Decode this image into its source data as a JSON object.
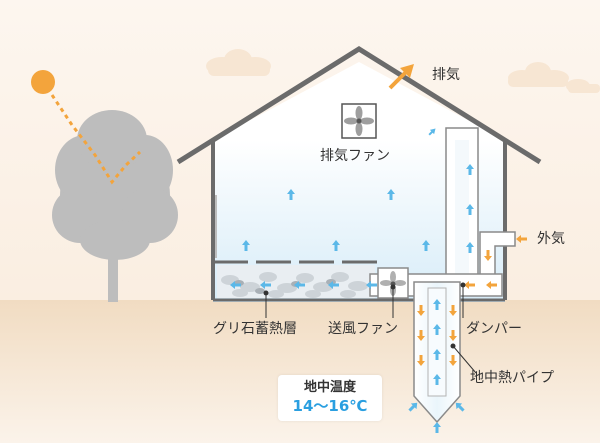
{
  "labels": {
    "exhaust": "排気",
    "exhaust_fan": "排気ファン",
    "outside_air": "外気",
    "gravel_storage": "グリ石蓄熱層",
    "blower_fan": "送風ファン",
    "damper": "ダンパー",
    "geothermal_pipe": "地中熱パイプ"
  },
  "ground_temperature": {
    "title": "地中温度",
    "value": "14〜16℃"
  },
  "colors": {
    "cool_air": "#5bb8e8",
    "warm_air": "#f3a43c",
    "sun": "#f3a43c",
    "tree": "#bdbdbd",
    "ground": "#f0dcc3",
    "sky": "#fbf1e7"
  }
}
